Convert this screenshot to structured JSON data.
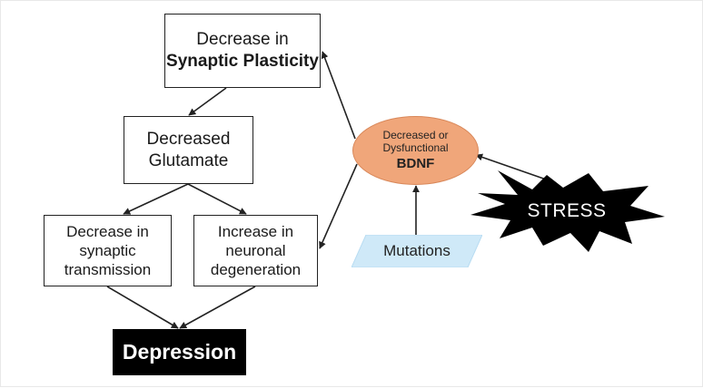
{
  "nodes": {
    "plasticity": {
      "line1": "Decrease in",
      "line2": "Synaptic Plasticity"
    },
    "glutamate": {
      "line1": "Decreased",
      "line2": "Glutamate"
    },
    "transmission": {
      "line1": "Decrease in",
      "line2": "synaptic",
      "line3": "transmission"
    },
    "degeneration": {
      "line1": "Increase in",
      "line2": "neuronal",
      "line3": "degeneration"
    },
    "depression": {
      "label": "Depression"
    },
    "bdnf": {
      "line1": "Decreased or",
      "line2": "Dysfunctional",
      "line3": "BDNF"
    },
    "mutations": {
      "label": "Mutations"
    },
    "stress": {
      "label": "STRESS"
    }
  },
  "colors": {
    "bdnf_fill": "#f0a67a",
    "mutations_fill": "#cfe9f8",
    "stress_fill": "#000000",
    "depression_fill": "#000000",
    "line": "#222222"
  },
  "edges": [
    {
      "from": "plasticity",
      "to": "glutamate"
    },
    {
      "from": "glutamate",
      "to": "transmission"
    },
    {
      "from": "glutamate",
      "to": "degeneration"
    },
    {
      "from": "transmission",
      "to": "depression"
    },
    {
      "from": "degeneration",
      "to": "depression"
    },
    {
      "from": "bdnf",
      "to": "plasticity"
    },
    {
      "from": "bdnf",
      "to": "degeneration"
    },
    {
      "from": "mutations",
      "to": "bdnf"
    },
    {
      "from": "stress",
      "to": "bdnf"
    }
  ]
}
